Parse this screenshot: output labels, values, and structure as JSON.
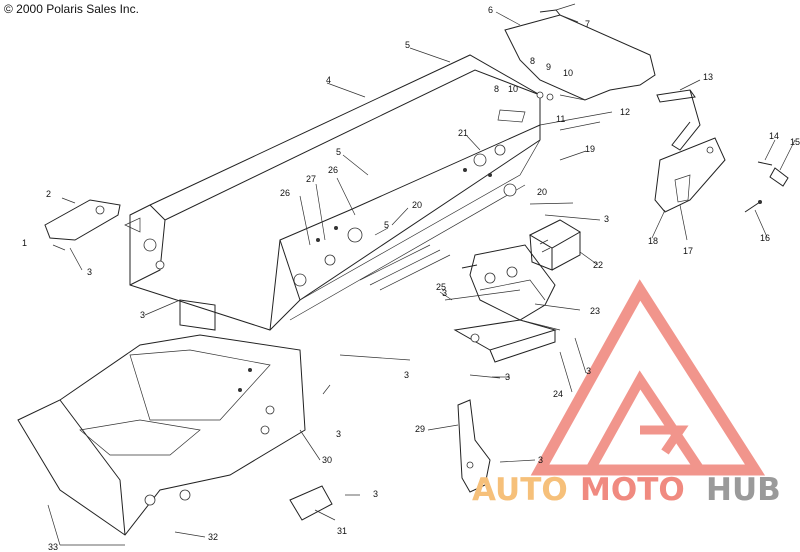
{
  "copyright": "© 2000 Polaris Sales Inc.",
  "labels": [
    "1",
    "2",
    "3",
    "3",
    "3",
    "3",
    "3",
    "3",
    "3",
    "3",
    "3",
    "3",
    "4",
    "5",
    "5",
    "5",
    "6",
    "7",
    "8",
    "8",
    "9",
    "10",
    "10",
    "11",
    "12",
    "13",
    "14",
    "15",
    "16",
    "17",
    "18",
    "19",
    "20",
    "20",
    "21",
    "22",
    "23",
    "24",
    "25",
    "26",
    "26",
    "27",
    "29",
    "30",
    "31",
    "32",
    "33"
  ],
  "watermark": {
    "part1": "AUTO",
    "part2": "MOTO",
    "part3": "HUB",
    "colors": {
      "red": "#f08a80",
      "orange": "#f6c07a",
      "gray": "#9a9a9a"
    }
  }
}
